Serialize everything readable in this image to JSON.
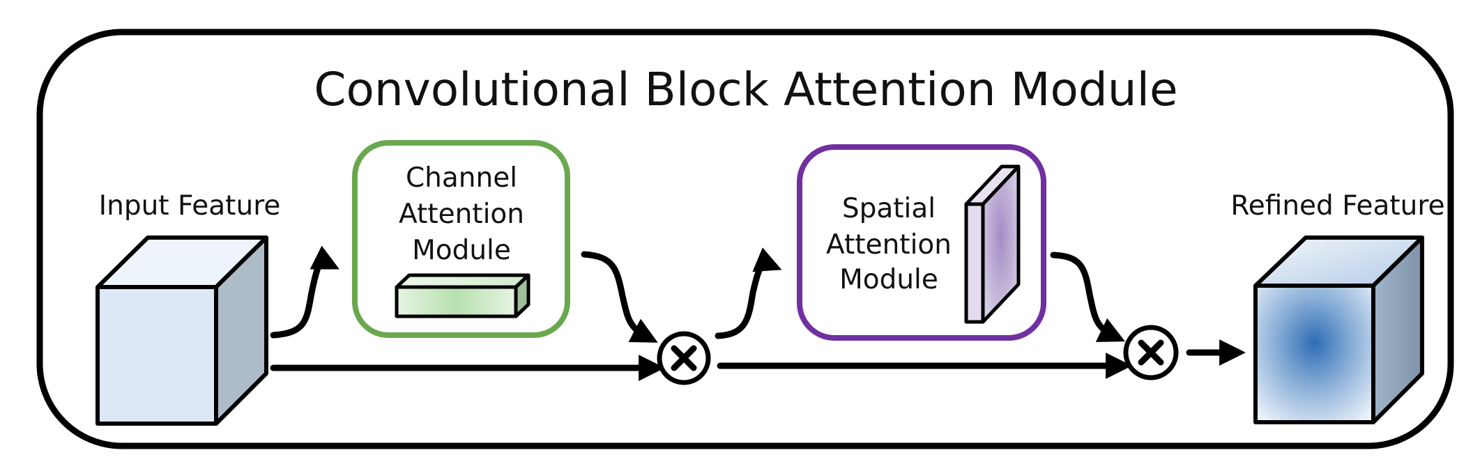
{
  "title": "Convolutional Block Attention Module",
  "input_feature": {
    "label": "Input Feature"
  },
  "channel_attention": {
    "line1": "Channel",
    "line2": "Attention",
    "line3": "Module"
  },
  "spatial_attention": {
    "line1": "Spatial",
    "line2": "Attention",
    "line3": "Module"
  },
  "refined_feature": {
    "label": "Refined Feature"
  },
  "multiply_symbol": "⊗",
  "colors": {
    "outline": "#000000",
    "channel_border": "#6aa84f",
    "spatial_border": "#7030a0",
    "input_cube_front": "#dce8f5",
    "input_cube_side": "#aebbc8",
    "channel_bar_fill": "#b8e0b0",
    "spatial_plane_fill": "#b8a8d0",
    "refined_center": "#2e6db4"
  },
  "icons": [
    "multiply-icon",
    "arrow-icon",
    "cube-icon"
  ]
}
